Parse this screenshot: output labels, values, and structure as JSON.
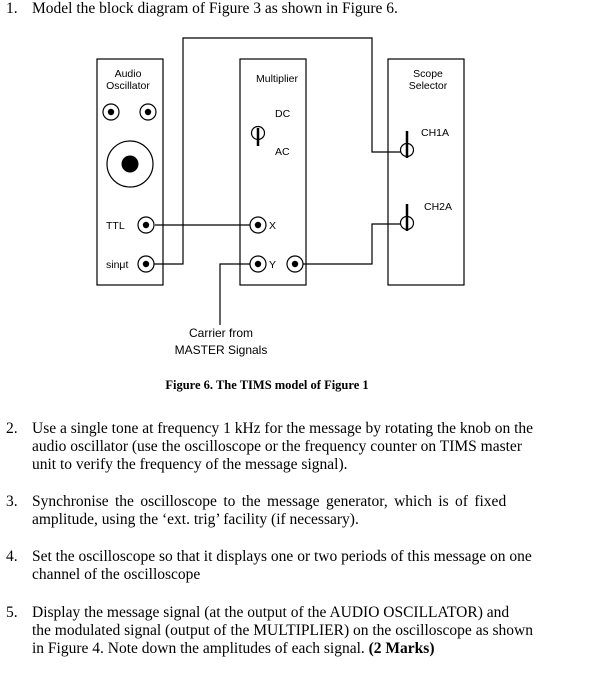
{
  "items": [
    {
      "num": "1.",
      "text": "Model the block diagram of Figure 3 as shown in Figure 6."
    },
    {
      "num": "2.",
      "lines": [
        "Use a single tone at frequency 1 kHz for the message by rotating the knob on the",
        "audio oscillator (use the oscilloscope or the frequency counter on TIMS master",
        "unit to verify the frequency of the message signal)."
      ]
    },
    {
      "num": "3.",
      "lines": [
        "Synchronise the oscilloscope to the message generator, which is of fixed",
        "amplitude, using the ‘ext. trig’ facility (if necessary)."
      ]
    },
    {
      "num": "4.",
      "lines": [
        "Set the oscilloscope so that it displays one or two periods of this message on one",
        "channel of the oscilloscope"
      ]
    },
    {
      "num": "5.",
      "lines": [
        "Display the message signal (at the output of the AUDIO OSCILLATOR) and",
        "the modulated signal (output of the MULTIPLIER) on the oscilloscope as shown"
      ],
      "last_line": "in Figure 4. Note down the amplitudes of each signal.",
      "bold_suffix": "(2 Marks)"
    }
  ],
  "figure": {
    "caption": "Figure 6. The TIMS model of Figure 1",
    "audio_oscillator": {
      "title_line1": "Audio",
      "title_line2": "Oscillator",
      "ttl_label": "TTL",
      "sin_label": "sinμt"
    },
    "multiplier": {
      "title": "Multiplier",
      "dc_label": "DC",
      "ac_label": "AC",
      "x_label": "X",
      "y_label": "Y"
    },
    "scope_selector": {
      "title_line1": "Scope",
      "title_line2": "Selector",
      "ch1_label": "CH1A",
      "ch2_label": "CH2A"
    },
    "carrier_line1": "Carrier from",
    "carrier_line2": "MASTER Signals"
  }
}
